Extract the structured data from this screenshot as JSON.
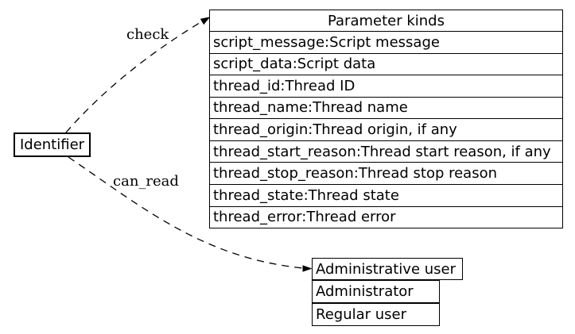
{
  "diagram": {
    "background_color": "#ffffff",
    "line_color": "#000000",
    "identifier_node": {
      "label": "Identifier"
    },
    "edges": [
      {
        "name": "check",
        "label": "check",
        "style": "dashed",
        "from": "Identifier",
        "to": "Parameter kinds"
      },
      {
        "name": "can_read",
        "label": "can_read",
        "style": "dashed",
        "from": "Identifier",
        "to": "Administrative user"
      }
    ],
    "parameter_table": {
      "title": "Parameter kinds",
      "rows": [
        "script_message:Script message",
        "script_data:Script data",
        "thread_id:Thread ID",
        "thread_name:Thread name",
        "thread_origin:Thread origin, if any",
        "thread_start_reason:Thread start reason, if any",
        "thread_stop_reason:Thread stop reason",
        "thread_state:Thread state",
        "thread_error:Thread error"
      ]
    },
    "user_table": {
      "title": "Administrative user",
      "rows": [
        "Administrator",
        "Regular user"
      ]
    }
  }
}
